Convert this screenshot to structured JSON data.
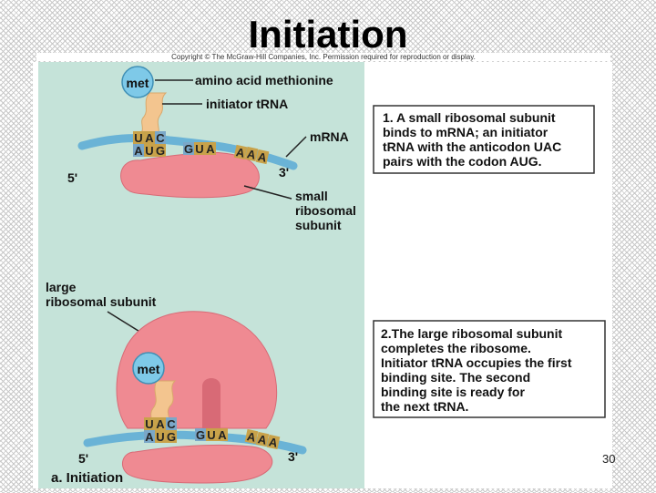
{
  "slide": {
    "title": "Initiation",
    "copyright": "Copyright © The McGraw-Hill Companies, Inc. Permission required for reproduction or display.",
    "page_number": "30"
  },
  "figure": {
    "panel_label": "a. Initiation",
    "labels": {
      "met_top": "met",
      "met_bottom": "met",
      "amino_acid": "amino acid methionine",
      "initiator_trna": "initiator tRNA",
      "mrna": "mRNA",
      "five_prime_top": "5'",
      "three_prime_top": "3'",
      "five_prime_bottom": "5'",
      "three_prime_bottom": "3'",
      "small_subunit_1": "small",
      "small_subunit_2": "ribosomal",
      "small_subunit_3": "subunit",
      "large_subunit_1": "large",
      "large_subunit_2": "ribosomal subunit"
    },
    "anticodon": [
      "U",
      "A",
      "C"
    ],
    "codon": [
      "A",
      "U",
      "G"
    ],
    "codon2": [
      "G",
      "U",
      "A"
    ],
    "codon3": [
      "A",
      "A",
      "A"
    ],
    "captions": {
      "step1": [
        "1. A small ribosomal subunit",
        "binds to mRNA; an initiator",
        "tRNA with the anticodon UAC",
        "pairs with the codon AUG."
      ],
      "step2": [
        "2.The large ribosomal subunit",
        "completes the ribosome.",
        "Initiator tRNA occupies the first",
        "binding site. The second",
        "binding site is ready for",
        "the next tRNA."
      ]
    },
    "colors": {
      "background_panel": "#c5e3d9",
      "ribosome": "#ef8a92",
      "ribosome_dark": "#d86a76",
      "met_bubble": "#7ec9e8",
      "trna": "#f3c58f",
      "mrna": "#6ab3d6",
      "base_gold": "#c8a24a",
      "base_blue": "#7aa7c8"
    }
  }
}
